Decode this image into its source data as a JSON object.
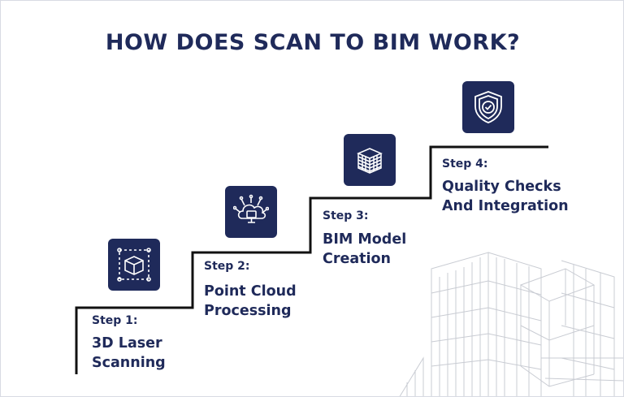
{
  "title": "HOW DOES SCAN TO BIM WORK?",
  "colors": {
    "navy": "#1f2a5a",
    "icon_line": "#ffffff",
    "sketch": "#c9ccd3"
  },
  "steps": [
    {
      "label": "Step 1:",
      "title_lines": [
        "3D Laser",
        "Scanning"
      ],
      "icon": "3d-box-scan-icon"
    },
    {
      "label": "Step 2:",
      "title_lines": [
        "Point Cloud",
        "Processing"
      ],
      "icon": "cloud-network-icon"
    },
    {
      "label": "Step 3:",
      "title_lines": [
        "BIM Model",
        "Creation"
      ],
      "icon": "building-layers-icon"
    },
    {
      "label": "Step 4:",
      "title_lines": [
        "Quality Checks",
        "And Integration"
      ],
      "icon": "shield-check-icon"
    }
  ]
}
